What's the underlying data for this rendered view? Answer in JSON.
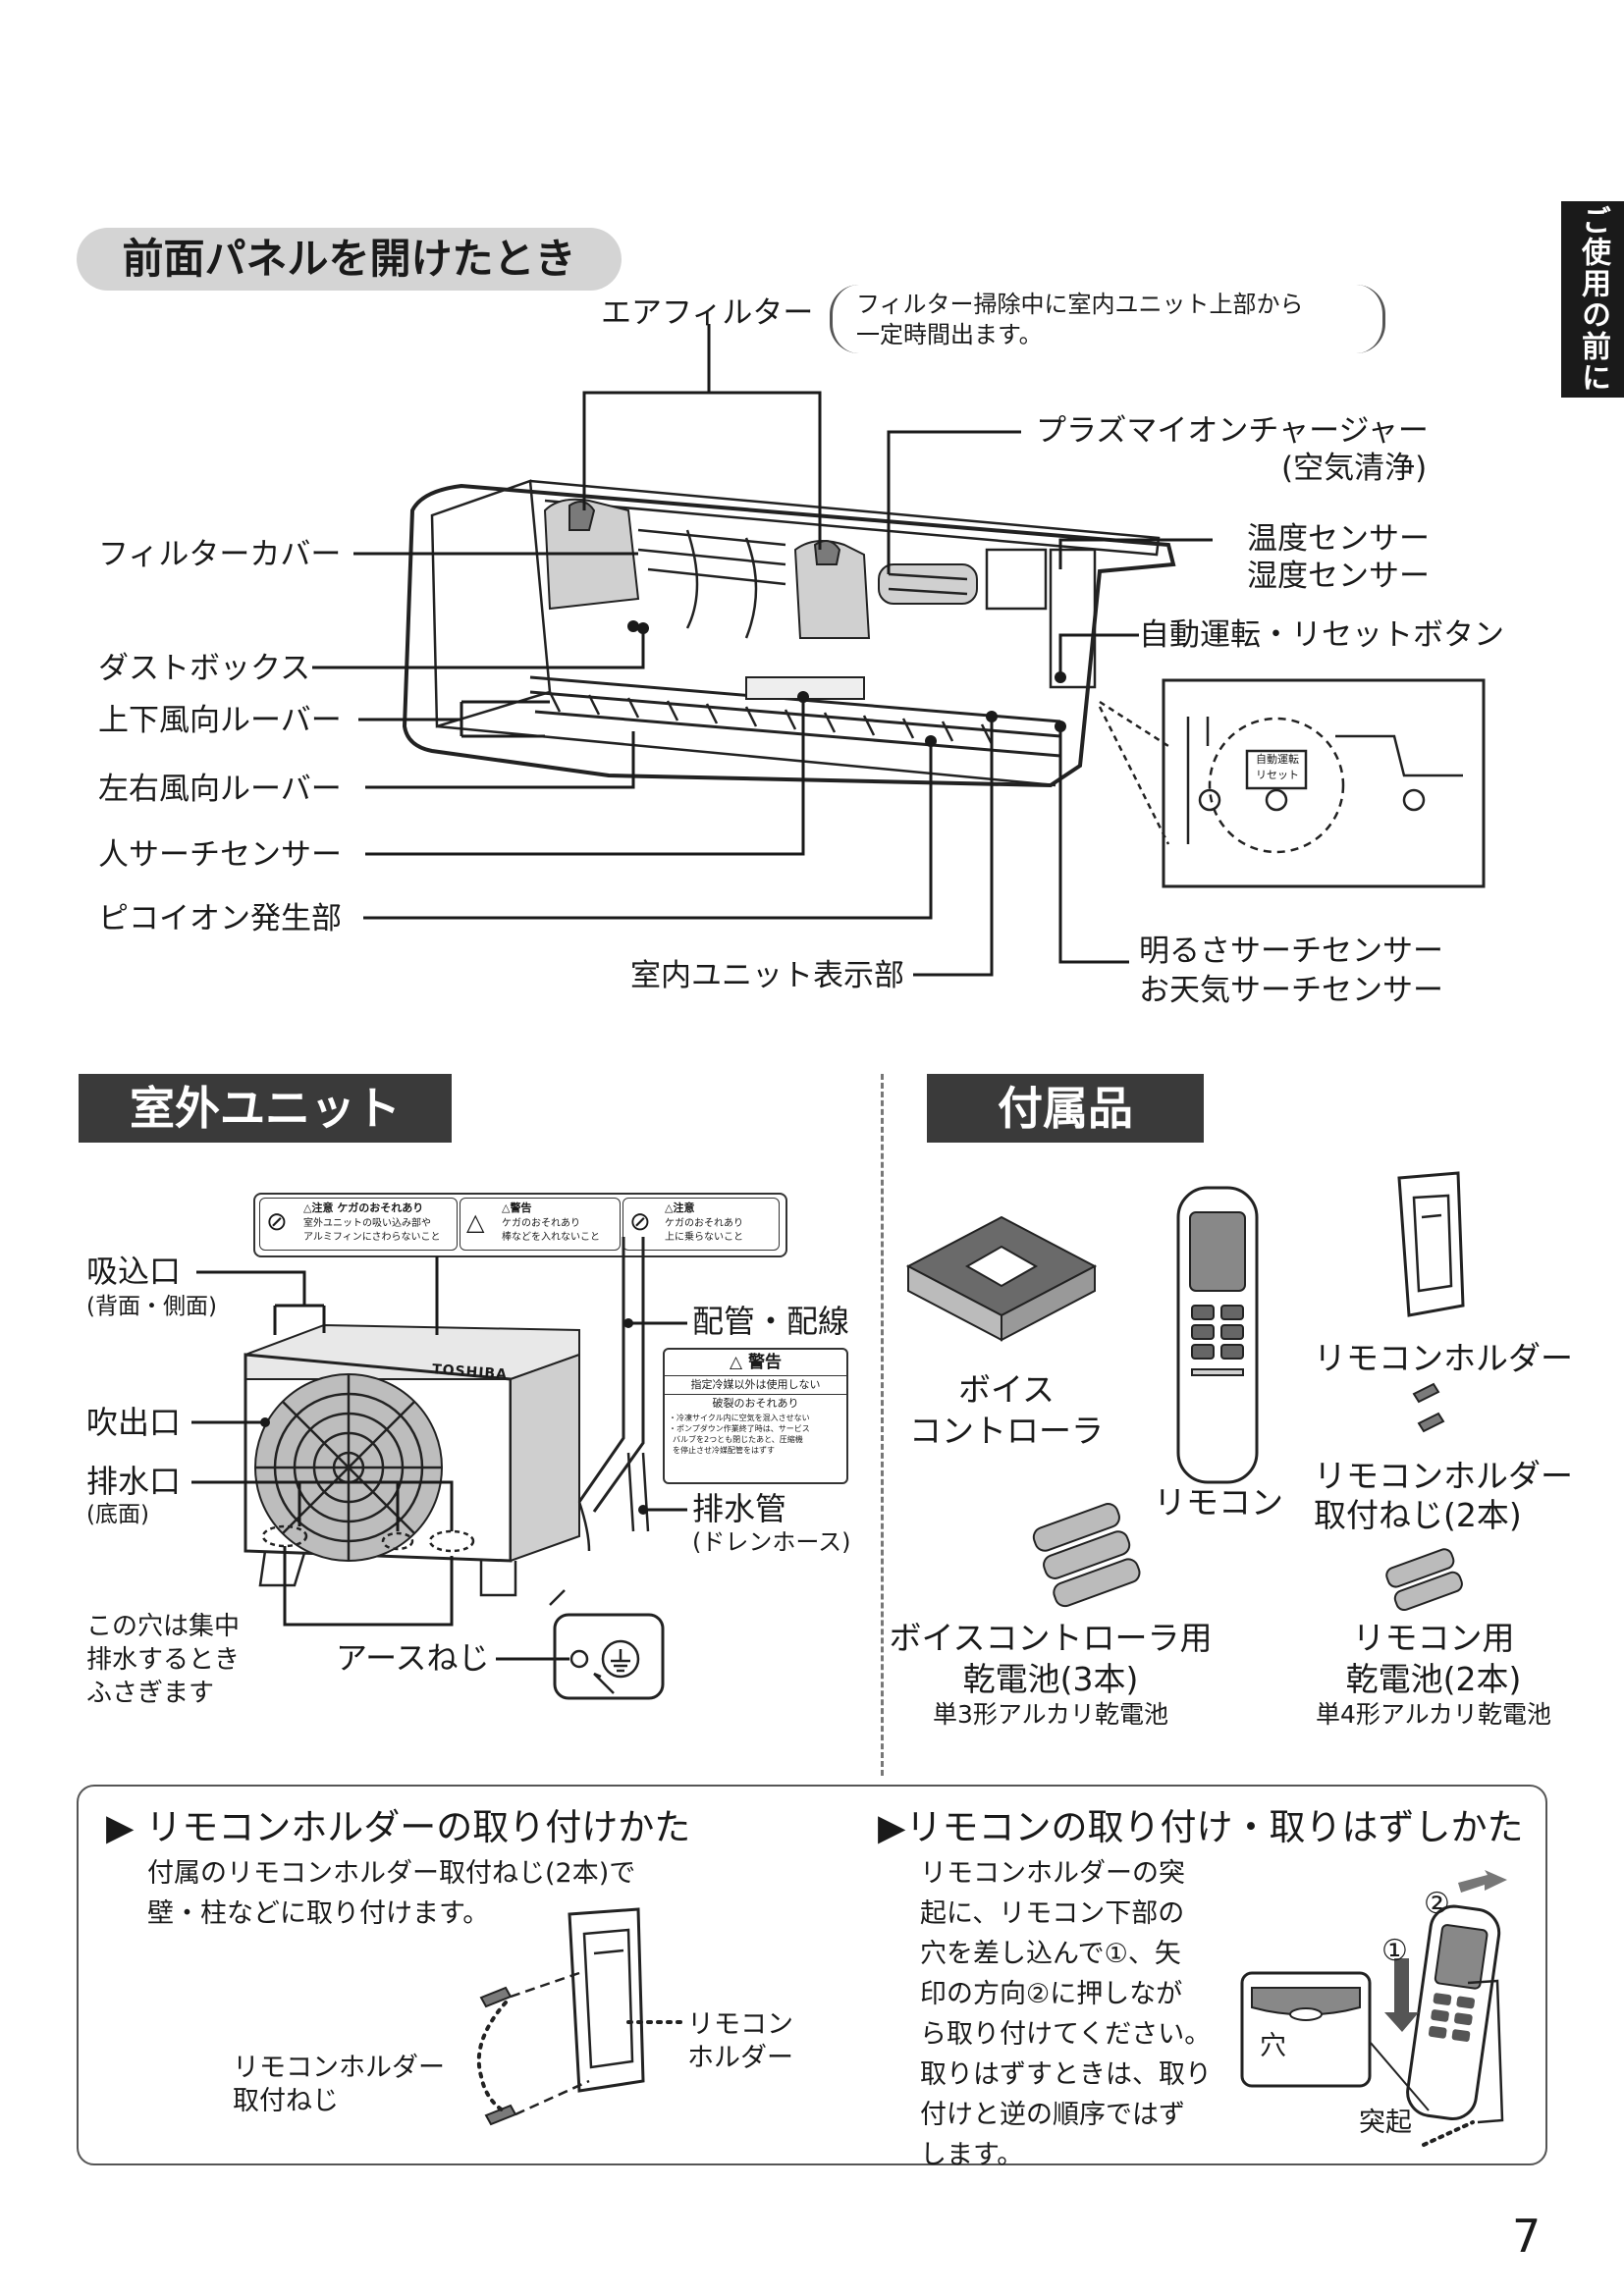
{
  "side_tab": "ご使用の前に",
  "section_indoor": {
    "title": "前面パネルを開けたとき",
    "air_filter": "エアフィルター",
    "air_filter_note_1": "フィルター掃除中に室内ユニット上部から",
    "air_filter_note_2": "一定時間出ます。",
    "plasma_1": "プラズマイオンチャージャー",
    "plasma_2": "(空気清浄)",
    "temp_sensor": "温度センサー",
    "humidity_sensor": "湿度センサー",
    "auto_button": "自動運転・リセットボタン",
    "filter_cover": "フィルターカバー",
    "dust_box": "ダストボックス",
    "vertical_louver": "上下風向ルーバー",
    "horizontal_louver": "左右風向ルーバー",
    "human_sensor": "人サーチセンサー",
    "pico_ion": "ピコイオン発生部",
    "display": "室内ユニット表示部",
    "brightness_sensor": "明るさサーチセンサー",
    "weather_sensor": "お天気サーチセンサー",
    "inset_label_1": "自動運転",
    "inset_label_2": "リセット"
  },
  "section_outdoor": {
    "title": "室外ユニット",
    "intake": "吸込口",
    "intake_sub": "(背面・側面)",
    "outlet": "吹出口",
    "drain": "排水口",
    "drain_sub": "(底面)",
    "hole_note_1": "この穴は集中",
    "hole_note_2": "排水するとき",
    "hole_note_3": "ふさぎます",
    "earth_screw": "アースねじ",
    "piping": "配管・配線",
    "drain_pipe": "排水管",
    "drain_pipe_sub": "(ドレンホース)",
    "brand": "TOSHIBA",
    "warn1_title": "注意",
    "warn1_sub": "ケガのおそれあり",
    "warn1_l1": "室外ユニットの吸い込み部や",
    "warn1_l2": "アルミフィンにさわらないこと",
    "warn2_title": "警告",
    "warn2_sub": "ケガのおそれあり",
    "warn2_l1": "棒などを入れないこと",
    "warn3_title": "注意",
    "warn3_sub": "ケガのおそれあり",
    "warn3_l1": "上に乗らないこと",
    "label_title": "警告",
    "label_l1": "指定冷媒以外は使用しない",
    "label_l2": "破裂のおそれあり",
    "label_l3": "・冷凍サイクル内に空気を混入させない",
    "label_l4": "・ポンプダウン作業終了時は、サービス",
    "label_l5": "バルブを2つとも閉じたあと、圧縮機",
    "label_l6": "を停止させ冷媒配管をはずす"
  },
  "section_accessories": {
    "title": "付属品",
    "voice_1": "ボイス",
    "voice_2": "コントローラ",
    "remote": "リモコン",
    "holder": "リモコンホルダー",
    "holder_screw_1": "リモコンホルダー",
    "holder_screw_2": "取付ねじ(2本)",
    "voice_battery_1": "ボイスコントローラ用",
    "voice_battery_2": "乾電池(3本)",
    "voice_battery_3": "単3形アルカリ乾電池",
    "remote_battery_1": "リモコン用",
    "remote_battery_2": "乾電池(2本)",
    "remote_battery_3": "単4形アルカリ乾電池"
  },
  "howto": {
    "left_title": "リモコンホルダーの取り付けかた",
    "left_l1": "付属のリモコンホルダー取付ねじ(2本)で",
    "left_l2": "壁・柱などに取り付けます。",
    "left_label_holder_1": "リモコン",
    "left_label_holder_2": "ホルダー",
    "left_label_screw_1": "リモコンホルダー",
    "left_label_screw_2": "取付ねじ",
    "right_title": "リモコンの取り付け・取りはずしかた",
    "right_l1": "リモコンホルダーの突",
    "right_l2": "起に、リモコン下部の",
    "right_l3": "穴を差し込んで①、矢",
    "right_l4": "印の方向②に押しなが",
    "right_l5": "ら取り付けてください。",
    "right_l6": "取りはずすときは、取り",
    "right_l7": "付けと逆の順序ではず",
    "right_l8": "します。",
    "hole": "穴",
    "protrusion": "突起",
    "step1": "①",
    "step2": "②"
  },
  "page_number": "7"
}
